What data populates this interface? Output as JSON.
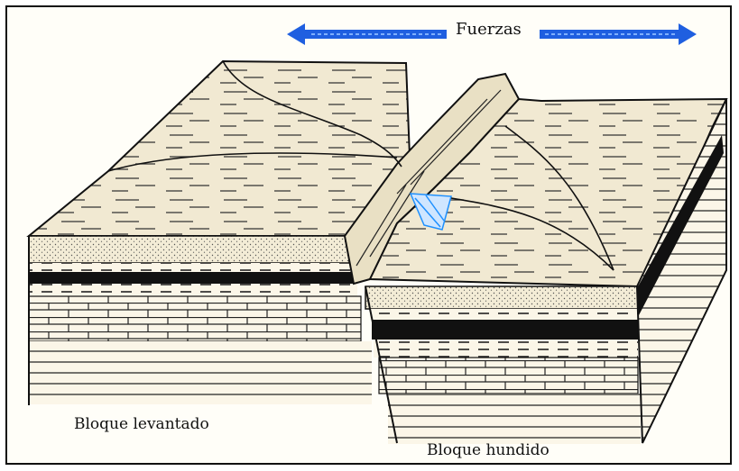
{
  "labels": {
    "forces": "Fuerzas",
    "raised_block": "Bloque levantado",
    "sunken_block": "Bloque hundido"
  },
  "colors": {
    "arrow": "#1f5fe0",
    "stream": "#1e90ff",
    "paper": "#fbf6e8",
    "sand": "#efe7cf",
    "ink": "#111111"
  },
  "icons": {
    "left_arrow": "arrow-left-icon",
    "right_arrow": "arrow-right-icon"
  }
}
